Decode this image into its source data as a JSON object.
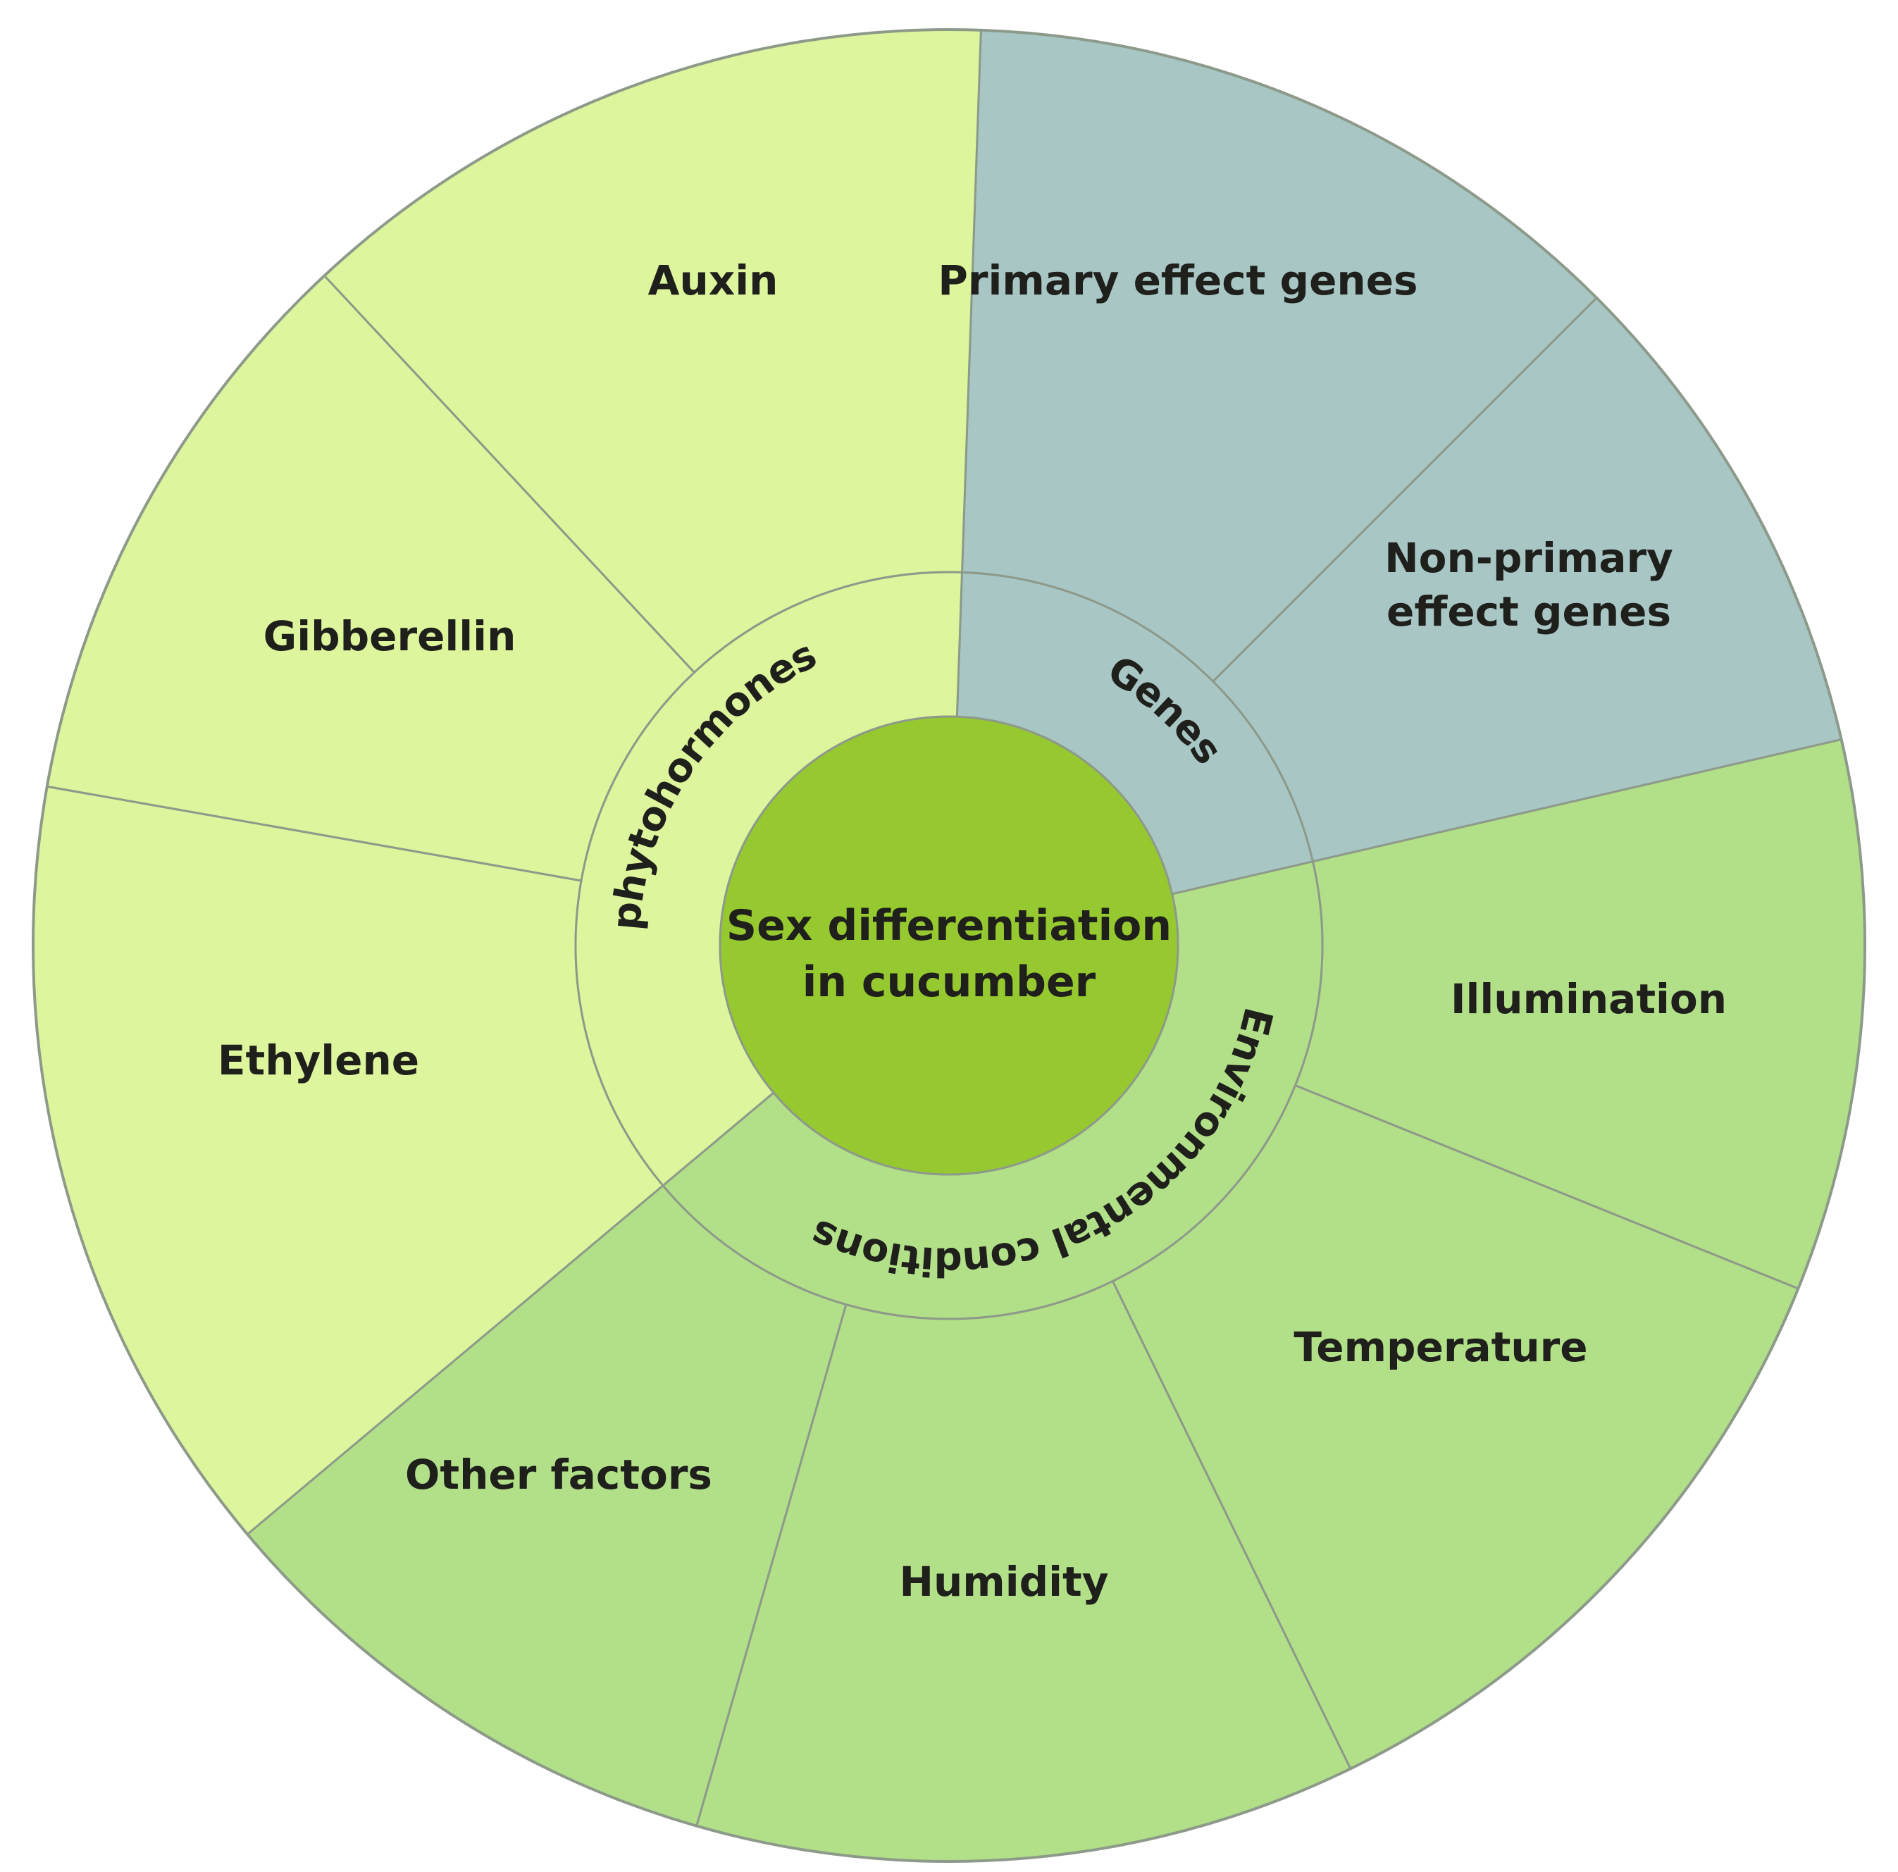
{
  "center": {
    "line1": "Sex differentiation",
    "line2": "in cucumber",
    "color": "#95c92f"
  },
  "groups": [
    {
      "id": "genes",
      "label": "Genes",
      "inner_color": "#a8c7c4",
      "outer_color": "#a8c7c4",
      "segments": [
        {
          "id": "primary-effect-genes",
          "lines": [
            "Primary effect genes"
          ]
        },
        {
          "id": "non-primary-effect-genes",
          "lines": [
            "Non-primary",
            "effect genes"
          ]
        }
      ]
    },
    {
      "id": "environmental-conditions",
      "label": "Environmental conditions",
      "inner_color": "#b2e088",
      "outer_color": "#b2e088",
      "segments": [
        {
          "id": "illumination",
          "lines": [
            "Illumination"
          ]
        },
        {
          "id": "temperature",
          "lines": [
            "Temperature"
          ]
        },
        {
          "id": "humidity",
          "lines": [
            "Humidity"
          ]
        },
        {
          "id": "other-factors",
          "lines": [
            "Other factors"
          ]
        }
      ]
    },
    {
      "id": "phytohormones",
      "label": "phytohormones",
      "inner_color": "#ddf59c",
      "outer_color": "#ddf59c",
      "segments": [
        {
          "id": "ethylene",
          "lines": [
            "Ethylene"
          ]
        },
        {
          "id": "gibberellin",
          "lines": [
            "Gibberellin"
          ]
        },
        {
          "id": "auxin",
          "lines": [
            "Auxin"
          ]
        }
      ]
    }
  ],
  "line_color": "#8d9a8a"
}
